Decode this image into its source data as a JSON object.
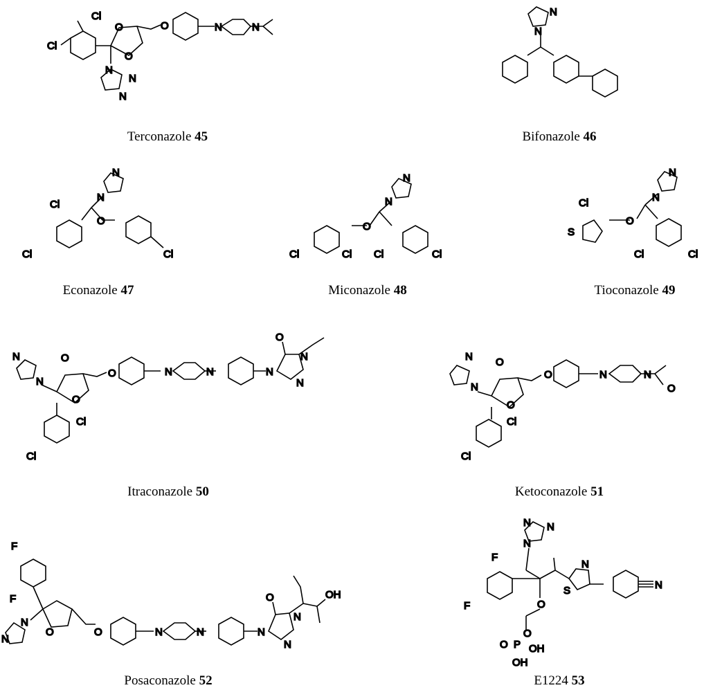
{
  "figure": {
    "compounds": [
      {
        "id": "terconazole",
        "name": "Terconazole",
        "number": "45"
      },
      {
        "id": "bifonazole",
        "name": "Bifonazole",
        "number": "46"
      },
      {
        "id": "econazole",
        "name": "Econazole",
        "number": "47"
      },
      {
        "id": "miconazole",
        "name": "Miconazole",
        "number": "48"
      },
      {
        "id": "tioconazole",
        "name": "Tioconazole",
        "number": "49"
      },
      {
        "id": "itraconazole",
        "name": "Itraconazole",
        "number": "50"
      },
      {
        "id": "ketoconazole",
        "name": "Ketoconazole",
        "number": "51"
      },
      {
        "id": "posaconazole",
        "name": "Posaconazole",
        "number": "52"
      },
      {
        "id": "e1224",
        "name": "E1224",
        "number": "53"
      }
    ],
    "atoms": {
      "cl": "Cl",
      "o": "O",
      "n": "N",
      "s": "S",
      "f": "F",
      "p": "P",
      "oh": "OH"
    }
  }
}
